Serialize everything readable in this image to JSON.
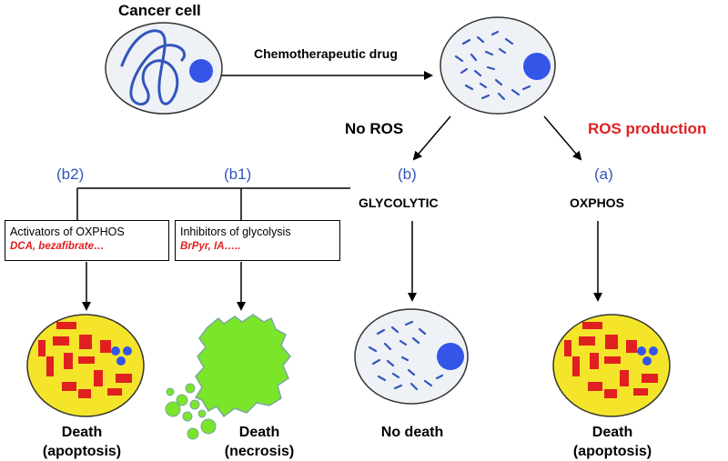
{
  "colors": {
    "accent_blue": "#3355bb",
    "accent_red": "#e02020",
    "cell_border": "#333333",
    "cell_fill": "#eef1f6",
    "nucleus": "#3355e8",
    "apoptotic_fill": "#f4e52a",
    "necrotic_fill": "#7be52a"
  },
  "top": {
    "cell_label": "Cancer cell",
    "drug_label": "Chemotherapeutic drug"
  },
  "branches": {
    "no_ros": "No ROS",
    "ros": "ROS production",
    "a": "(a)",
    "b": "(b)",
    "b1": "(b1)",
    "b2": "(b2)",
    "glycolytic": "GLYCOLYTIC",
    "oxphos": "OXPHOS"
  },
  "boxes": {
    "activators": {
      "title": "Activators of OXPHOS",
      "examples": "DCA, bezafibrate…"
    },
    "inhibitors": {
      "title": "Inhibitors of glycolysis",
      "examples": "BrPyr, IA….."
    }
  },
  "outcomes": {
    "apoptosis_left": {
      "line1": "Death",
      "line2": "(apoptosis)"
    },
    "necrosis": {
      "line1": "Death",
      "line2": "(necrosis)"
    },
    "no_death": {
      "line1": "No death"
    },
    "apoptosis_right": {
      "line1": "Death",
      "line2": "(apoptosis)"
    }
  }
}
